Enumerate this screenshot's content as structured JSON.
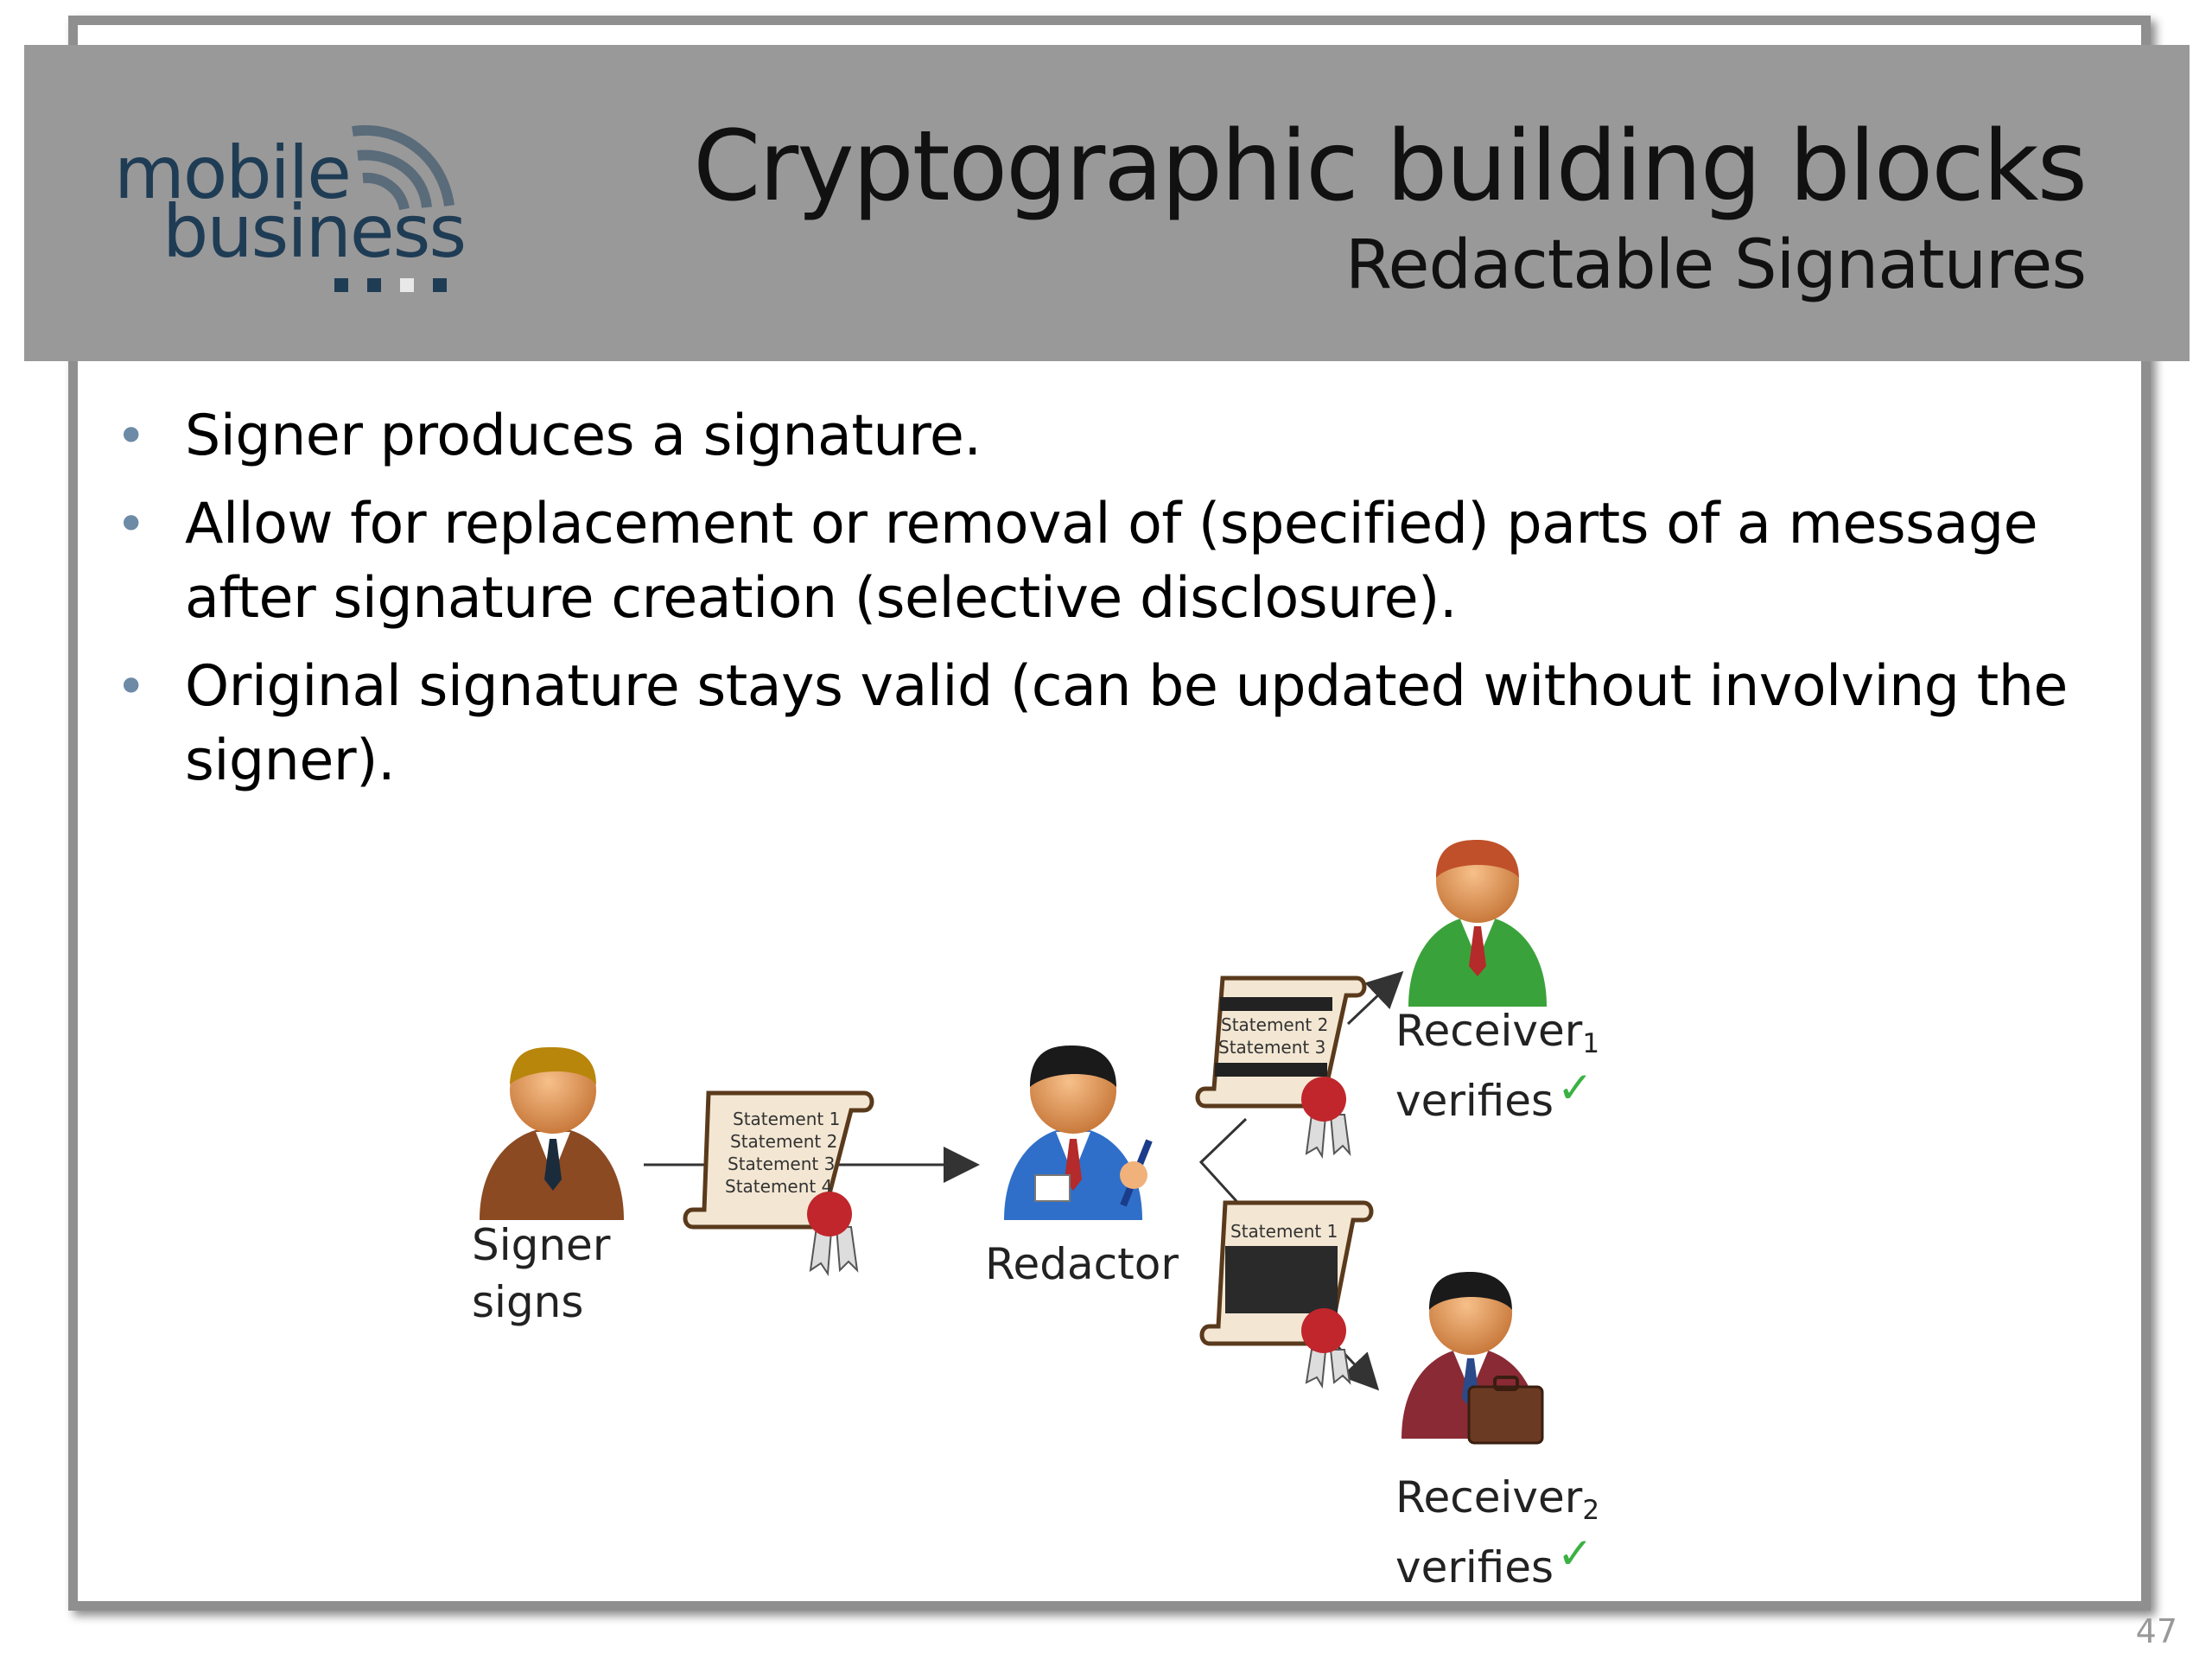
{
  "header": {
    "logo": {
      "line1": "mobile",
      "line2": "business"
    },
    "title": "Cryptographic building blocks",
    "subtitle": "Redactable Signatures"
  },
  "bullets": [
    {
      "text": "Signer produces a signature."
    },
    {
      "text": "Allow for replacement or removal of (specified) parts of a message after signature creation (selective disclosure)."
    },
    {
      "text": "Original signature stays valid (can be updated without involving the signer)."
    }
  ],
  "diagram": {
    "signer": {
      "line1": "Signer",
      "line2": "signs"
    },
    "redactor": {
      "label": "Redactor"
    },
    "receiver1": {
      "name": "Receiver",
      "index": "1",
      "action": "verifies",
      "check": "✓"
    },
    "receiver2": {
      "name": "Receiver",
      "index": "2",
      "action": "verifies",
      "check": "✓"
    },
    "document_full": [
      "Statement 1",
      "Statement 2",
      "Statement 3",
      "Statement 4"
    ],
    "document_r1": [
      "Statement 2",
      "Statement 3"
    ],
    "document_r2": [
      "Statement 1"
    ]
  },
  "page_number": "47",
  "colors": {
    "header_band": "#999999",
    "logo_text": "#1f3c55",
    "bullet": "#6d8aa6",
    "check": "#3bb143",
    "seal": "#c0262c"
  }
}
